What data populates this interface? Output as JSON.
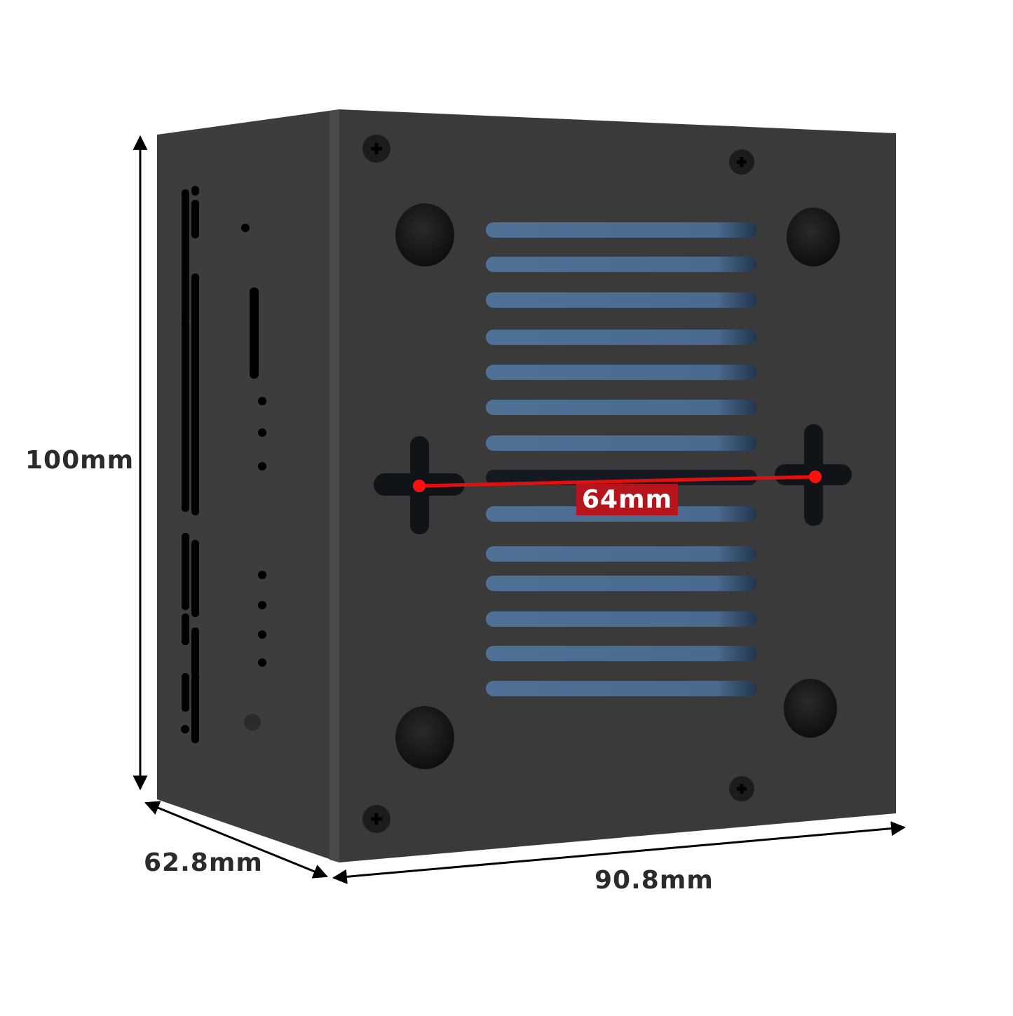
{
  "product": {
    "description": "Black metal enclosure with vented top panel and side ventilation slots",
    "body_color": "#3a3a3a",
    "vent_color": "#4a6a8f",
    "measure_color": "#e01010"
  },
  "dimensions": {
    "height": "100mm",
    "depth": "62.8mm",
    "width": "90.8mm",
    "mount_hole_spacing": "64mm"
  }
}
